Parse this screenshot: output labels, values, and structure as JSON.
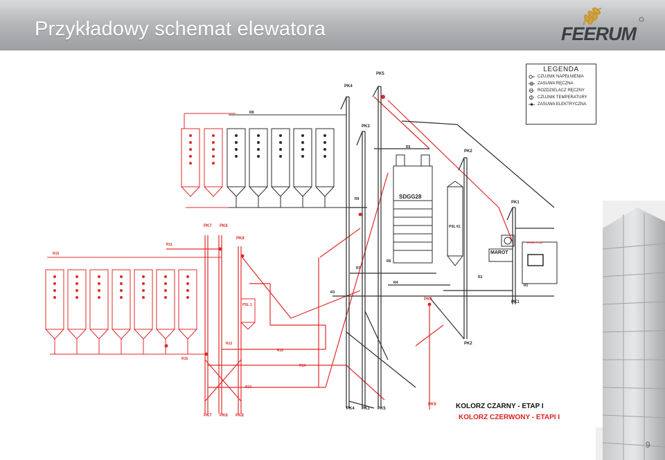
{
  "header": {
    "title": "Przykładowy schemat elewatora",
    "logo": "FEERUM",
    "logo_mark": "wheat-ear-logo"
  },
  "legend": {
    "title": "LEGENDA",
    "items": [
      {
        "label": "CZUJNIK NAPEŁNIENIA",
        "icon": "fill-sensor-icon"
      },
      {
        "label": "ZASUWA RĘCZNA",
        "icon": "manual-gate-icon"
      },
      {
        "label": "ROZDZIELACZ RĘCZNY",
        "icon": "manual-distributor-icon"
      },
      {
        "label": "CZUJNIK TEMPERATURY",
        "icon": "temperature-sensor-icon"
      },
      {
        "label": "ZASUWA ELEKTRYCZNA",
        "icon": "electric-gate-icon"
      }
    ]
  },
  "stages": {
    "black": "KOLORZ CZARNY - ETAP I",
    "red": "KOLORZ CZERWONY - ETAPI I"
  },
  "labels": {
    "pk4_top": "PK4",
    "pk5_top": "PK5",
    "pk3_top": "PK3",
    "pk2_top": "PK2",
    "pk1": "PK1",
    "pk7_top": "PK7",
    "pk6_top": "PK6",
    "pk8_top": "PK8",
    "pk9": "PK9",
    "pk4_bot": "PK4",
    "pk3_bot": "PK3",
    "pk5_bot": "PK5",
    "pk7_bot": "PK7",
    "pk6_bot": "PK6",
    "pk8_bot": "PK8",
    "pk2_bot": "PK2",
    "pk1_bot": "PK1",
    "pk_bot_red": "PK9",
    "r8": "R8",
    "r5": "R5",
    "r9": "R9",
    "r7": "R7",
    "r6": "R6",
    "r3": "R3",
    "r4": "R4",
    "r2": "R2",
    "r1": "R1",
    "r11": "R11",
    "r15": "R15",
    "r12": "R12",
    "r10": "R10",
    "r16": "R16",
    "r14": "R14",
    "r13": "R13",
    "dryer": "SDGG28",
    "marot": "MAROT",
    "psl_1": "PSL 1",
    "psl_61": "PSL 61",
    "sprezarka": "SPREZYCIA"
  },
  "colors": {
    "black_line": "#2a2a2a",
    "red_line": "#e02828",
    "header_text": "#ffffff",
    "page_num": "#666666"
  },
  "page_number": "9"
}
